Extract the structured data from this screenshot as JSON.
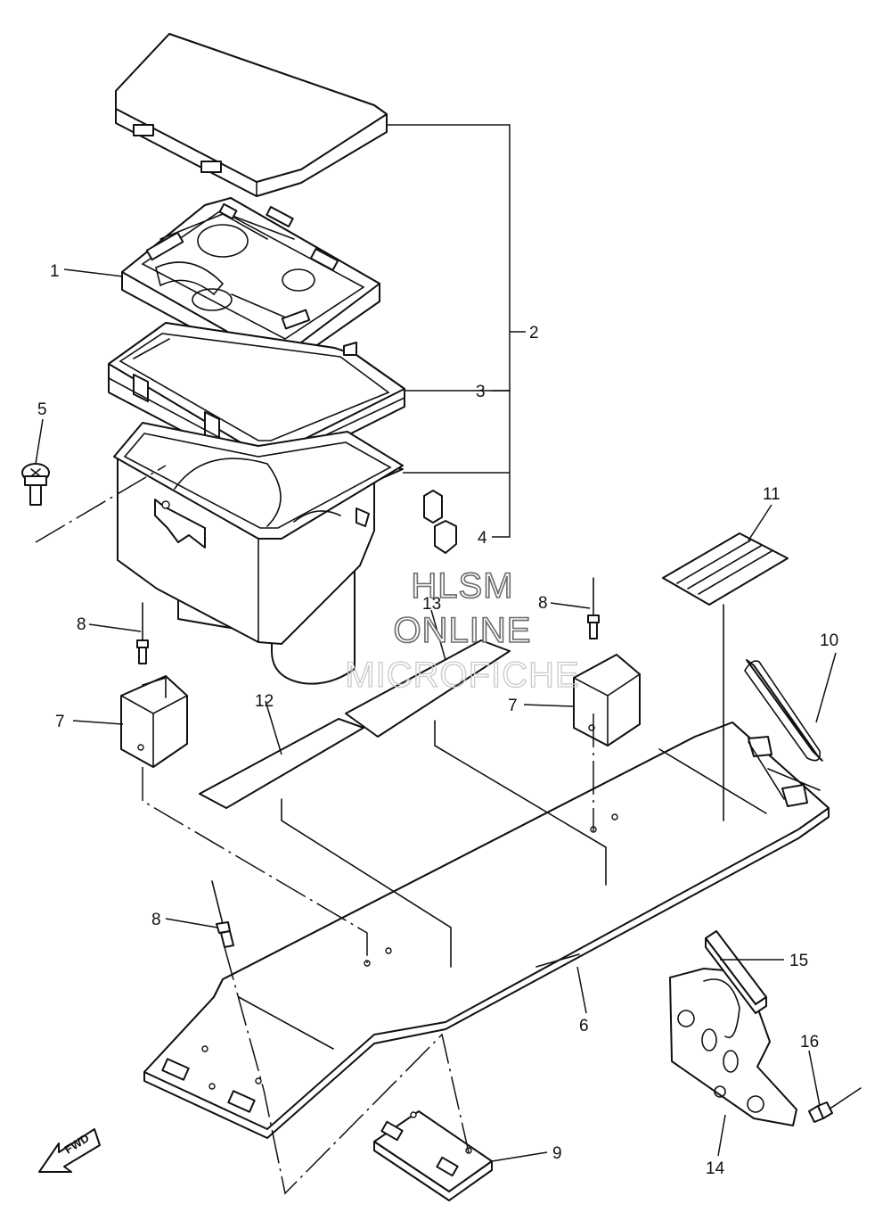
{
  "watermark": {
    "line1": "HLSM",
    "line2": "ONLINE",
    "line3": "MICROFICHE"
  },
  "direction_arrow": {
    "label": "FWD",
    "icon": "forward-arrow-icon"
  },
  "callouts": {
    "c1": "1",
    "c2": "2",
    "c3": "3",
    "c4": "4",
    "c5": "5",
    "c6": "6",
    "c7a": "7",
    "c7b": "7",
    "c8a": "8",
    "c8b": "8",
    "c8c": "8",
    "c9": "9",
    "c10": "10",
    "c11": "11",
    "c12": "12",
    "c13": "13",
    "c14": "14",
    "c15": "15",
    "c16": "16"
  }
}
